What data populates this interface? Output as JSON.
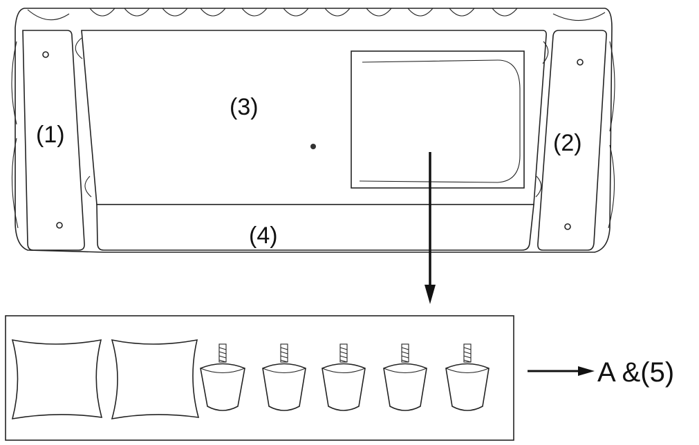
{
  "labels": {
    "left_arm": "(1)",
    "right_arm": "(2)",
    "back_panel": "(3)",
    "seat_frame": "(4)",
    "result": "A &(5)"
  },
  "colors": {
    "line": "#222222",
    "background": "#ffffff"
  }
}
